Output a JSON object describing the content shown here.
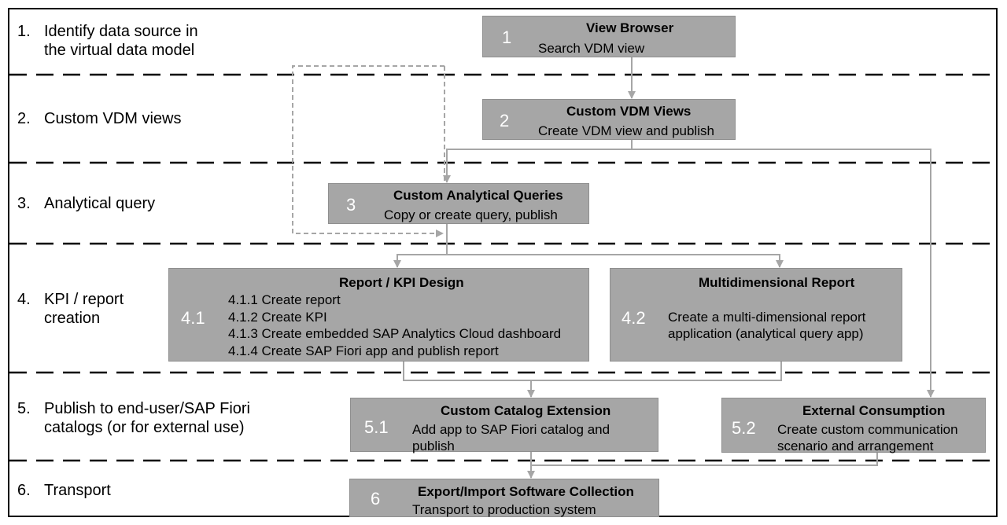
{
  "stages": [
    {
      "number": "1.",
      "label_lines": [
        "Identify data source in",
        "the virtual data model"
      ]
    },
    {
      "number": "2.",
      "label_lines": [
        "Custom VDM views"
      ]
    },
    {
      "number": "3.",
      "label_lines": [
        "Analytical query"
      ]
    },
    {
      "number": "4.",
      "label_lines": [
        "KPI / report",
        "creation"
      ]
    },
    {
      "number": "5.",
      "label_lines": [
        "Publish to end-user/SAP Fiori",
        "catalogs (or for external use)"
      ]
    },
    {
      "number": "6.",
      "label_lines": [
        "Transport"
      ]
    }
  ],
  "boxes": {
    "view_browser": {
      "badge": "1",
      "title": "View Browser",
      "subtitle": "Search VDM view"
    },
    "custom_vdm_views": {
      "badge": "2",
      "title": "Custom VDM Views",
      "subtitle": "Create VDM view and publish"
    },
    "custom_analytical_queries": {
      "badge": "3",
      "title": "Custom Analytical Queries",
      "subtitle": "Copy or create query, publish"
    },
    "report_kpi_design": {
      "badge": "4.1",
      "title": "Report / KPI Design",
      "items": [
        "4.1.1 Create report",
        "4.1.2 Create KPI",
        "4.1.3 Create embedded SAP Analytics Cloud dashboard",
        "4.1.4 Create SAP Fiori app and publish report"
      ]
    },
    "multidimensional_report": {
      "badge": "4.2",
      "title": "Multidimensional Report",
      "subtitle_lines": [
        "Create a multi-dimensional report",
        "application (analytical query app)"
      ]
    },
    "custom_catalog_extension": {
      "badge": "5.1",
      "title": "Custom Catalog Extension",
      "subtitle_lines": [
        "Add app to SAP Fiori catalog and",
        "publish"
      ]
    },
    "external_consumption": {
      "badge": "5.2",
      "title": "External Consumption",
      "subtitle_lines": [
        "Create custom communication",
        "scenario and arrangement"
      ]
    },
    "export_import": {
      "badge": "6",
      "title": "Export/Import Software Collection",
      "subtitle": "Transport to production system"
    }
  },
  "colors": {
    "box_fill": "#a6a6a6",
    "connector": "#a6a6a6",
    "separator": "#000000",
    "badge_text": "#ffffff"
  }
}
